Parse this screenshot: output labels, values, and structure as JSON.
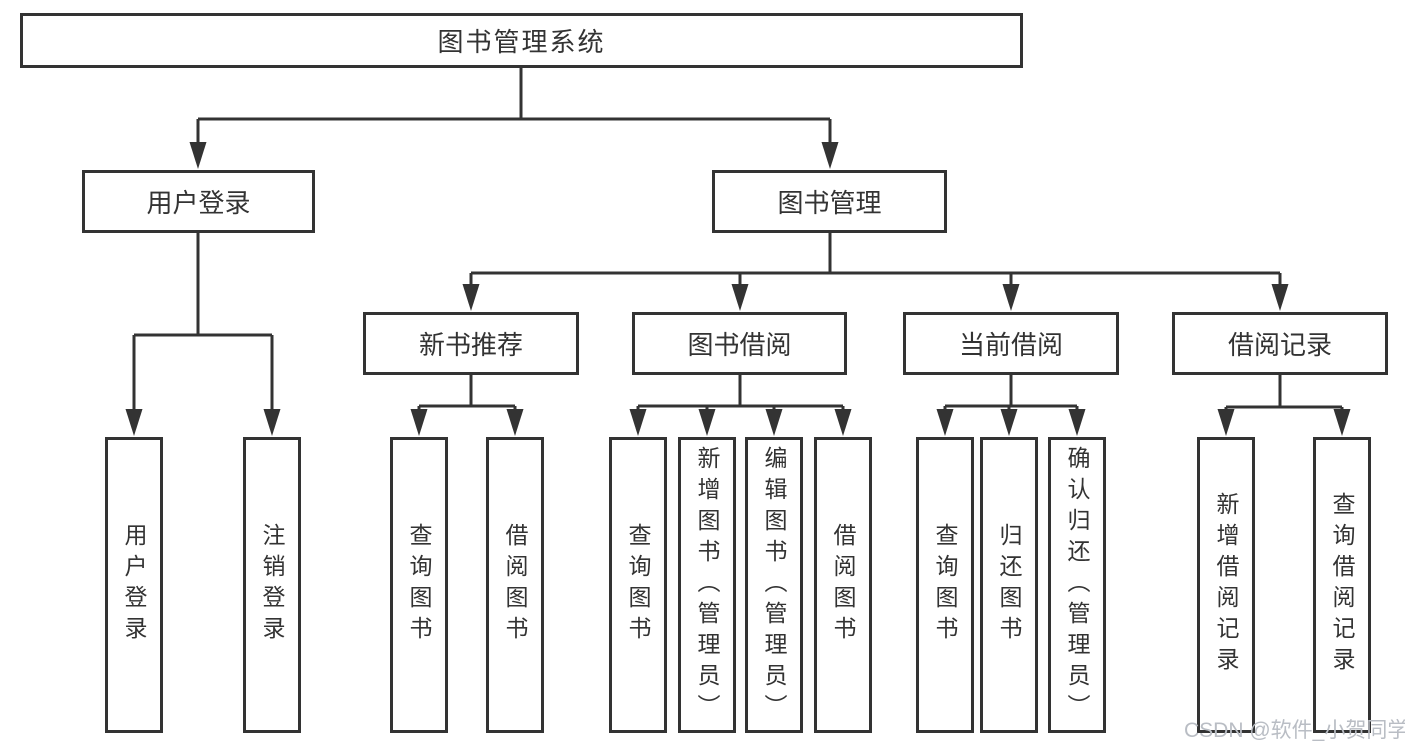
{
  "title": {
    "label": "图书管理系统"
  },
  "level2": [
    {
      "label": "用户登录"
    },
    {
      "label": "图书管理"
    }
  ],
  "level3": [
    {
      "label": "新书推荐"
    },
    {
      "label": "图书借阅"
    },
    {
      "label": "当前借阅"
    },
    {
      "label": "借阅记录"
    }
  ],
  "leaves": {
    "user_login": [
      "用户登录",
      "注销登录"
    ],
    "new_book": [
      "查询图书",
      "借阅图书"
    ],
    "book_borrow": [
      "查询图书",
      "新增图书（管理员）",
      "编辑图书（管理员）",
      "借阅图书"
    ],
    "current_borrow": [
      "查询图书",
      "归还图书",
      "确认归还（管理员）"
    ],
    "borrow_record": [
      "新增借阅记录",
      "查询借阅记录"
    ]
  },
  "watermark": "CSDN @软件_小贺同学",
  "colors": {
    "line": "#333333",
    "text": "#333333",
    "watermark": "#b9bdc4"
  }
}
